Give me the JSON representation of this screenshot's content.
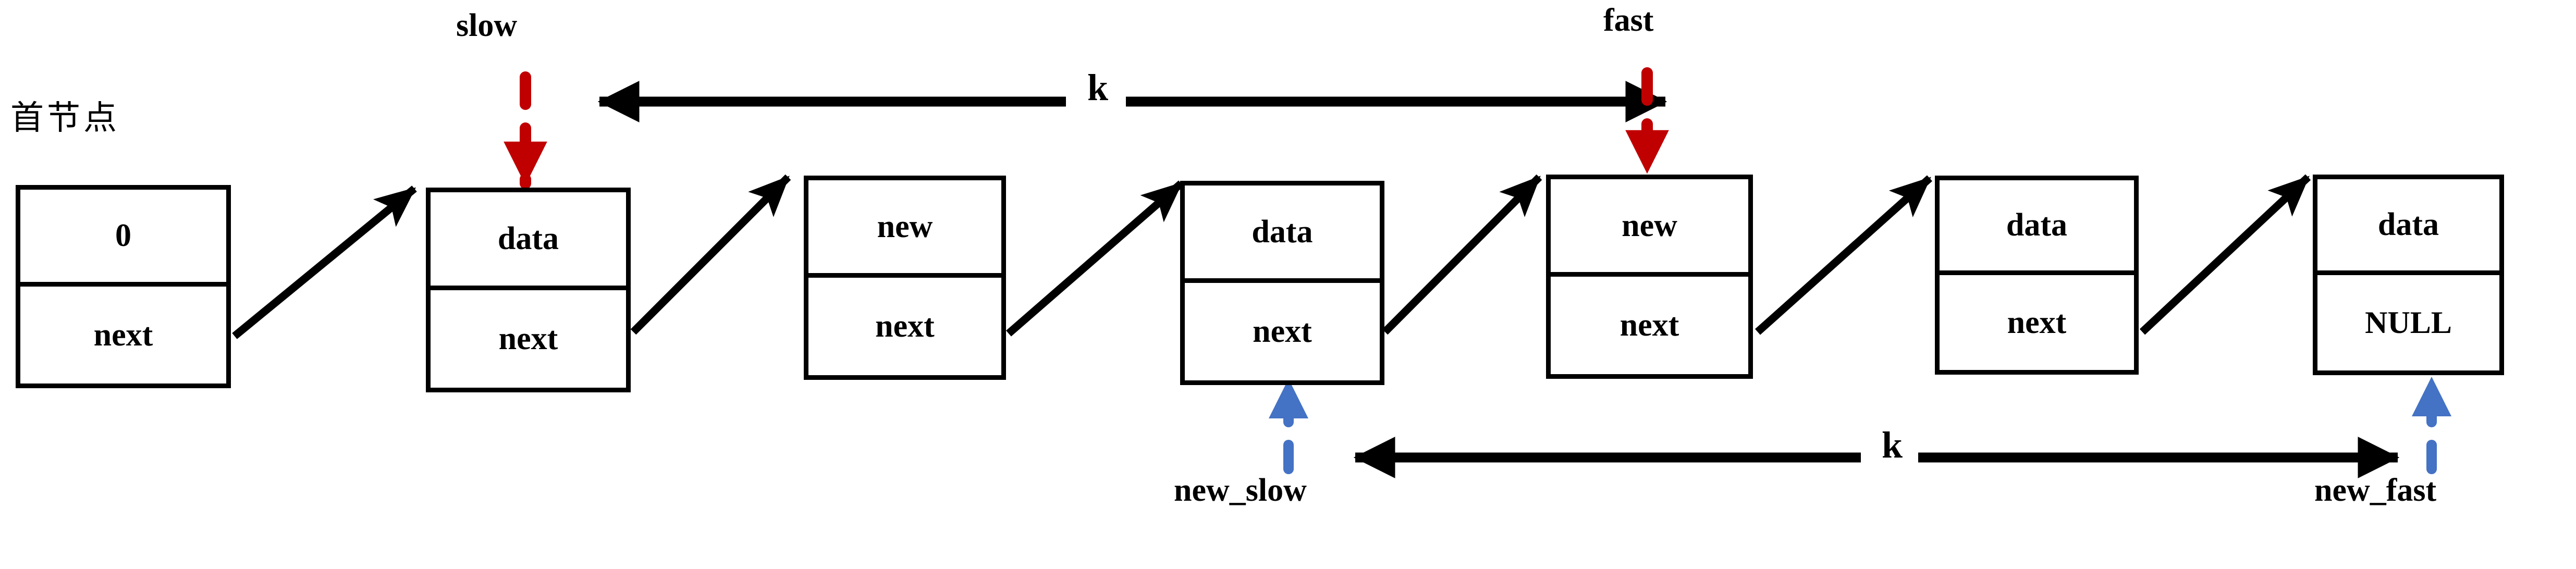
{
  "diagram": {
    "title_cjk": "首节点",
    "kind": "linked-list-two-pointer-diagram",
    "colors": {
      "stroke": "#000000",
      "background": "#ffffff",
      "slow_pointer": "#C00000",
      "fast_pointer": "#C00000",
      "new_slow_pointer": "#4472C4",
      "new_fast_pointer": "#4472C4"
    },
    "nodes": [
      {
        "id": "node-1",
        "data": "0",
        "next": "next"
      },
      {
        "id": "node-2",
        "data": "data",
        "next": "next"
      },
      {
        "id": "node-3",
        "data": "new",
        "next": "next"
      },
      {
        "id": "node-4",
        "data": "data",
        "next": "next"
      },
      {
        "id": "node-5",
        "data": "new",
        "next": "next"
      },
      {
        "id": "node-6",
        "data": "data",
        "next": "next"
      },
      {
        "id": "node-7",
        "data": "data",
        "next": "NULL"
      }
    ],
    "pointers": [
      {
        "id": "slow",
        "label": "slow",
        "color": "#C00000",
        "target_node": "node-2",
        "direction": "down"
      },
      {
        "id": "fast",
        "label": "fast",
        "color": "#C00000",
        "target_node": "node-5",
        "direction": "down"
      },
      {
        "id": "new_slow",
        "label": "new_slow",
        "color": "#4472C4",
        "target_node": "node-4",
        "direction": "up"
      },
      {
        "id": "new_fast",
        "label": "new_fast",
        "color": "#4472C4",
        "target_node": "node-7",
        "direction": "up"
      }
    ],
    "spans": [
      {
        "id": "span-top",
        "label": "k",
        "from": "slow",
        "to": "fast",
        "position": "above"
      },
      {
        "id": "span-bottom",
        "label": "k",
        "from": "new_slow",
        "to": "new_fast",
        "position": "below"
      }
    ]
  }
}
